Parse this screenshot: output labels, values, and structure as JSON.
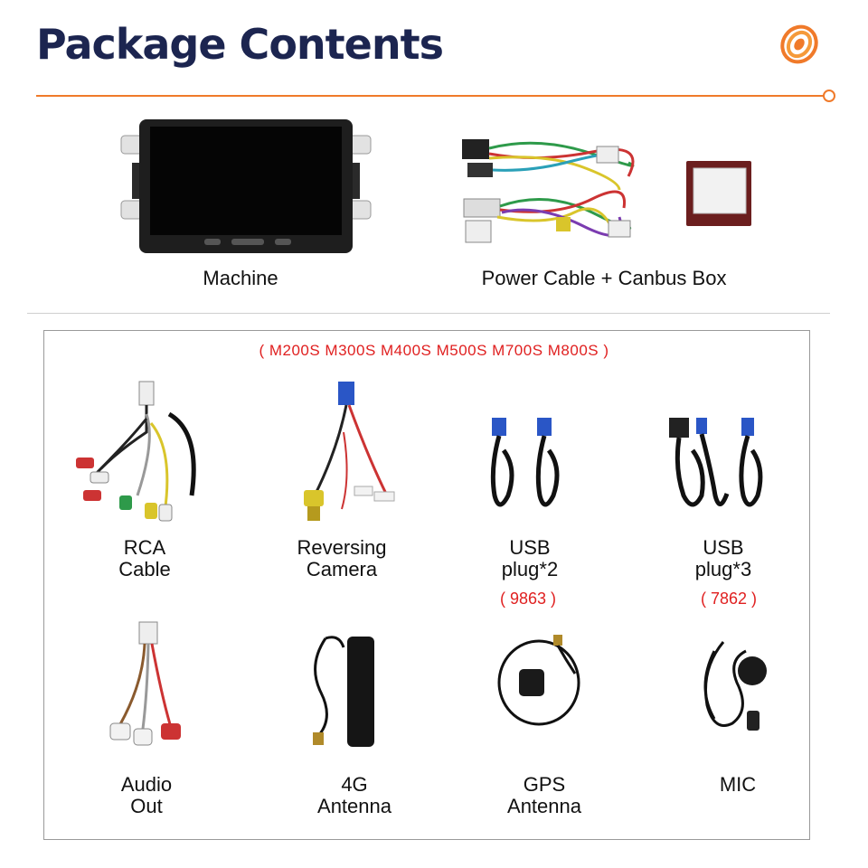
{
  "header": {
    "title": "Package Contents"
  },
  "top_items": {
    "machine_label": "Machine",
    "power_label": "Power Cable + Canbus Box"
  },
  "accessories": {
    "models_note": "( M200S M300S M400S M500S M700S M800S )",
    "rca": {
      "line1": "RCA",
      "line2": "Cable"
    },
    "camera": {
      "line1": "Reversing",
      "line2": "Camera"
    },
    "usb2": {
      "line1": "USB",
      "line2": "plug*2",
      "code": "( 9863 )"
    },
    "usb3": {
      "line1": "USB",
      "line2": "plug*3",
      "code": "( 7862 )"
    },
    "audio": {
      "line1": "Audio",
      "line2": "Out"
    },
    "antenna4g": {
      "line1": "4G",
      "line2": "Antenna"
    },
    "gps": {
      "line1": "GPS",
      "line2": "Antenna"
    },
    "mic": {
      "line1": "MIC"
    }
  },
  "colors": {
    "title": "#1c2550",
    "accent": "#f07a2a",
    "note_red": "#e02020"
  }
}
